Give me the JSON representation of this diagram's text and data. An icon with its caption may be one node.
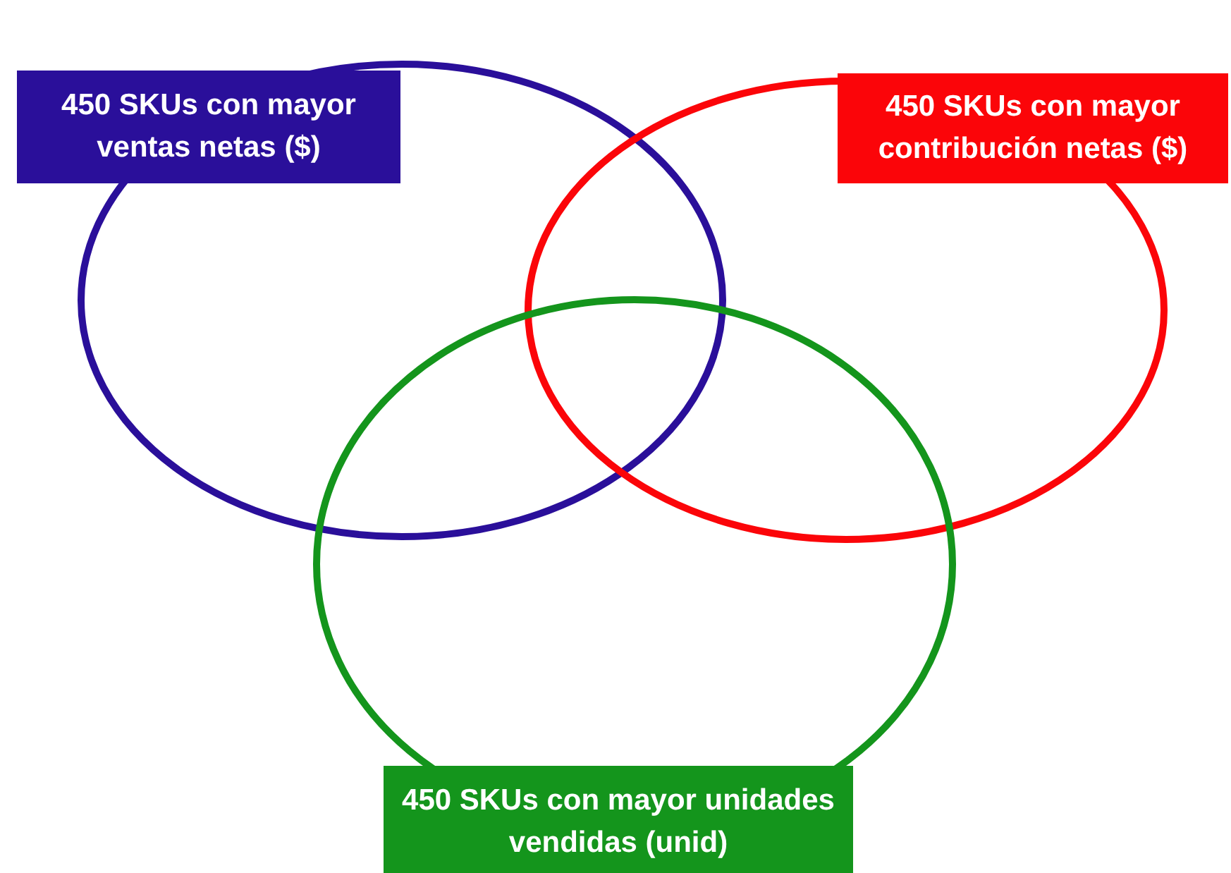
{
  "diagram": {
    "nodes": [
      {
        "text": [
          "450 SKUs con mayor ventas netas ($)"
        ]
      },
      {
        "text": [
          "450 SKUs con mayor contribución netas ($)"
        ]
      },
      {
        "text": [],
        "shape": "circle"
      },
      {
        "text": [],
        "shape": "circle"
      },
      {
        "text": [],
        "shape": "circle"
      },
      {
        "text": [
          "450 SKUs con mayor unidades vendidas (unid)"
        ]
      }
    ]
  }
}
